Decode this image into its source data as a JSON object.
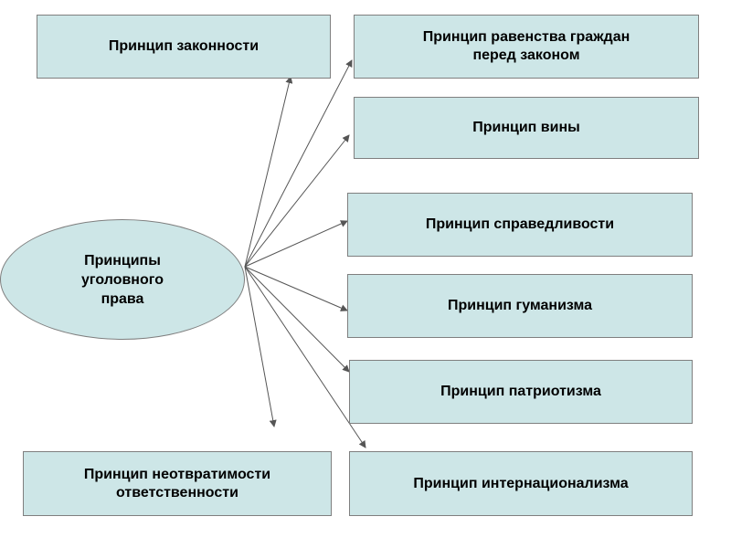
{
  "center": {
    "label": "Принципы\nуголовного\nправа"
  },
  "principles": {
    "legality": "Принцип законности",
    "equality": "Принцип равенства граждан\nперед законом",
    "guilt": "Принцип вины",
    "justice": "Принцип справедливости",
    "humanism": "Принцип гуманизма",
    "patriotism": "Принцип патриотизма",
    "inevitability": "Принцип неотвратимости\nответственности",
    "internationalism": "Принцип интернационализма"
  },
  "colors": {
    "box_fill": "#cde6e7",
    "box_border": "#7f7f7f",
    "arrow": "#555555"
  }
}
